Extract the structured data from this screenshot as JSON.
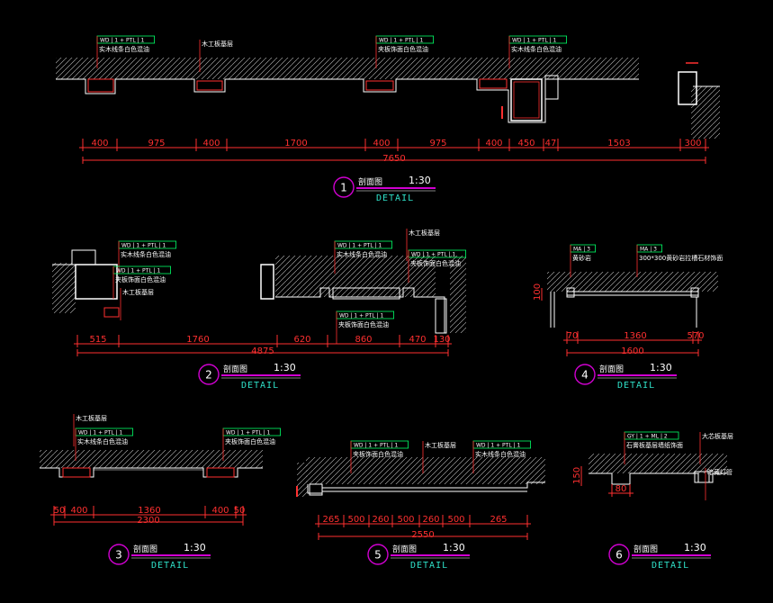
{
  "colors": {
    "background": "#000000",
    "dimension": "#ff3030",
    "leader": "#ff3030",
    "wall": "#ffffff",
    "tag": "#00ff66",
    "circle": "#d000d0",
    "detail": "#2fe0c8"
  },
  "detail_common": {
    "title": "剖面图",
    "scale": "1:30",
    "word": "DETAIL"
  },
  "details": [
    {
      "id": "1",
      "dims": [
        "400",
        "975",
        "400",
        "1700",
        "400",
        "975",
        "400",
        "450",
        "47",
        "1503",
        "300"
      ],
      "total": "7650",
      "tags": [
        {
          "code": "WD | 1 + PTL | 1",
          "text": "实木线条白色混油"
        },
        {
          "code": "",
          "text": "木工板基层"
        },
        {
          "code": "WD | 1 + PTL | 1",
          "text": "夹板饰面白色混油"
        },
        {
          "code": "WD | 1 + PTL | 1",
          "text": "实木线条白色混油"
        }
      ]
    },
    {
      "id": "2",
      "dims": [
        "515",
        "1760",
        "620",
        "860",
        "470",
        "130"
      ],
      "total": "4875",
      "tags": [
        {
          "code": "WD | 1 + PTL | 1",
          "text": "实木线条白色混油"
        },
        {
          "code": "WD | 1 + PTL | 1",
          "text": "夹板饰面白色混油"
        },
        {
          "code": "",
          "text": "木工板基层"
        },
        {
          "code": "WD | 1 + PTL | 1",
          "text": "实木线条白色混油"
        },
        {
          "code": "",
          "text": "木工板基层"
        },
        {
          "code": "WD | 1 + PTL | 1",
          "text": "夹板饰面白色混油"
        },
        {
          "code": "WD | 1 + PTL | 1",
          "text": "夹板饰面白色混油"
        }
      ]
    },
    {
      "id": "4",
      "dims": [
        "70",
        "1360",
        "570"
      ],
      "total": "1600",
      "tags": [
        {
          "code": "MA | 3",
          "text": "黄砂岩"
        },
        {
          "code": "MA | 3",
          "text": "300*300黄砂岩拉槽石材饰面"
        }
      ]
    },
    {
      "id": "3",
      "dims": [
        "50",
        "400",
        "1360",
        "400",
        "50"
      ],
      "total": "2300",
      "tags": [
        {
          "code": "",
          "text": "木工板基层"
        },
        {
          "code": "WD | 1 + PTL | 1",
          "text": "实木线条白色混油"
        },
        {
          "code": "WD | 1 + PTL | 1",
          "text": "夹板饰面白色混油"
        }
      ]
    },
    {
      "id": "5",
      "dims": [
        "265",
        "500",
        "260",
        "500",
        "260",
        "500",
        "265"
      ],
      "total": "2550",
      "tags": [
        {
          "code": "WD | 1 + PTL | 1",
          "text": "夹板饰面白色混油"
        },
        {
          "code": "",
          "text": "木工板基层"
        },
        {
          "code": "WD | 1 + PTL | 1",
          "text": "实木线条白色混油"
        }
      ]
    },
    {
      "id": "6",
      "dims": [
        "80"
      ],
      "total": "",
      "tags": [
        {
          "code": "GY | 1 + ML | 2",
          "text": "石膏板基层墙纸饰面"
        },
        {
          "code": "",
          "text": "大芯板基层"
        },
        {
          "code": "",
          "text": "暗藏灯管"
        }
      ]
    }
  ]
}
